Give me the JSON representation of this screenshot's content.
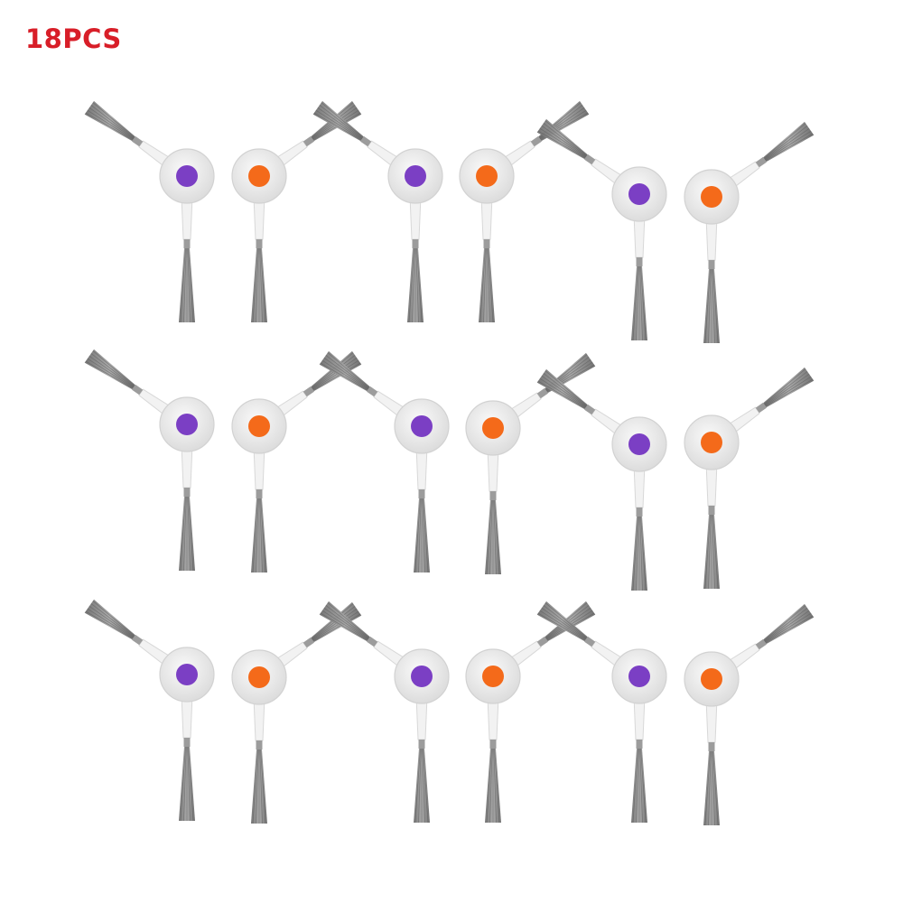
{
  "caption": "18PCS",
  "colors": {
    "caption": "#d81e28",
    "left_hub": "#7b3fc4",
    "right_hub": "#f46a1a",
    "bristles": "#8a8a8a",
    "arm": "#f2f2f2",
    "hub_ring": "#e9e9e9"
  },
  "product": {
    "name_hidden": "",
    "count": 18,
    "rows": 3,
    "pairs_per_row": 3,
    "hub_icons": [
      "left-hub-icon",
      "right-hub-icon"
    ]
  }
}
